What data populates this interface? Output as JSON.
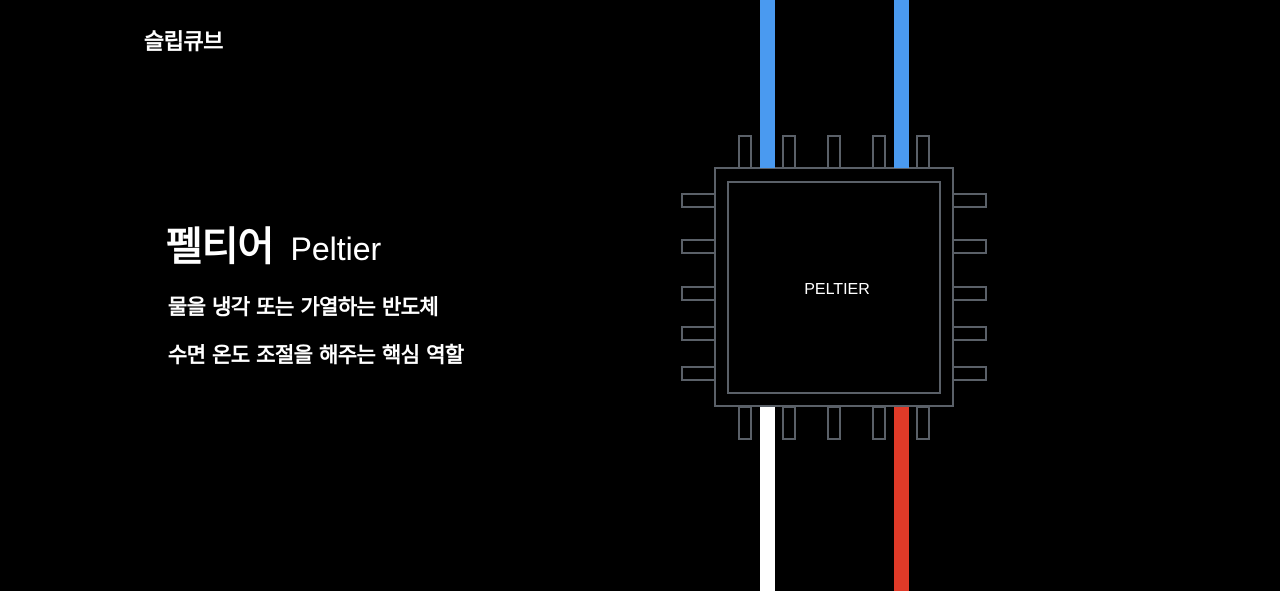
{
  "brand": "슬립큐브",
  "heading": {
    "korean": "펠티어",
    "english": "Peltier"
  },
  "description": [
    "물을 냉각 또는 가열하는 반도체",
    "수면 온도 조절을 해주는 핵심 역할"
  ],
  "chip": {
    "label": "PELTIER"
  },
  "colors": {
    "background": "#000000",
    "text": "#ffffff",
    "chip_outline": "#5a6068",
    "wire_cold": "#4a9af0",
    "wire_hot": "#e03a28",
    "wire_neutral": "#ffffff"
  }
}
